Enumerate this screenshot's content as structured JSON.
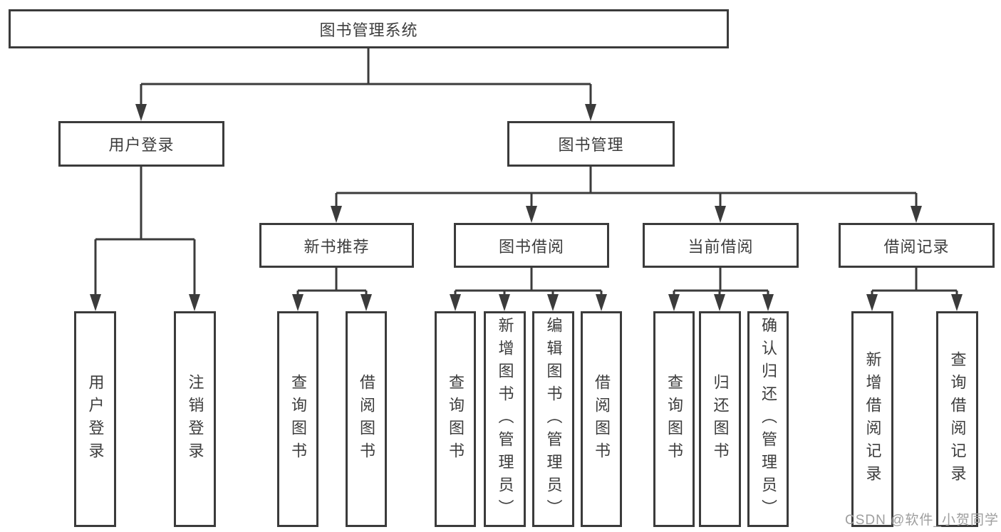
{
  "colors": {
    "background": "#ffffff",
    "line": "#3b3b3b",
    "text": "#3d3d3d",
    "watermark": "#9e9e9e"
  },
  "tree": {
    "root": {
      "label": "图书管理系统",
      "children": [
        {
          "label": "用户登录",
          "children": [
            {
              "label": "用户登录"
            },
            {
              "label": "注销登录"
            }
          ]
        },
        {
          "label": "图书管理",
          "children": [
            {
              "label": "新书推荐",
              "children": [
                {
                  "label": "查询图书"
                },
                {
                  "label": "借阅图书"
                }
              ]
            },
            {
              "label": "图书借阅",
              "children": [
                {
                  "label": "查询图书"
                },
                {
                  "label": "新增图书（管理员）"
                },
                {
                  "label": "编辑图书（管理员）"
                },
                {
                  "label": "借阅图书"
                }
              ]
            },
            {
              "label": "当前借阅",
              "children": [
                {
                  "label": "查询图书"
                },
                {
                  "label": "归还图书"
                },
                {
                  "label": "确认归还（管理员）"
                }
              ]
            },
            {
              "label": "借阅记录",
              "children": [
                {
                  "label": "新增借阅记录"
                },
                {
                  "label": "查询借阅记录"
                }
              ]
            }
          ]
        }
      ]
    }
  },
  "watermark": {
    "text": "CSDN @软件_小贺同学"
  }
}
